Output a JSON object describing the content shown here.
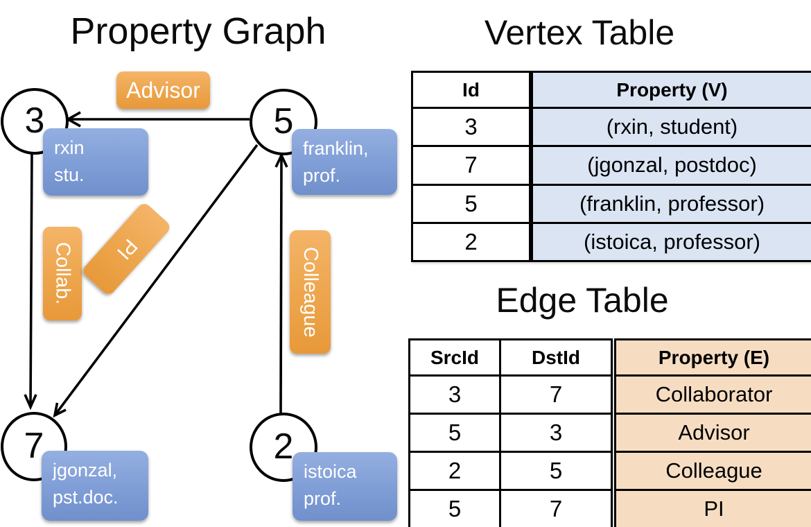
{
  "titles": {
    "graph": "Property Graph",
    "vertex_table": "Vertex Table",
    "edge_table": "Edge Table"
  },
  "graph": {
    "nodes": [
      {
        "id": "3",
        "prop": [
          "rxin",
          "stu."
        ]
      },
      {
        "id": "5",
        "prop": [
          "franklin,",
          "prof."
        ]
      },
      {
        "id": "7",
        "prop": [
          "jgonzal,",
          "pst.doc."
        ]
      },
      {
        "id": "2",
        "prop": [
          "istoica",
          "prof."
        ]
      }
    ],
    "edges": [
      {
        "label": "Advisor",
        "src": "5",
        "dst": "3"
      },
      {
        "label": "Collab.",
        "src": "3",
        "dst": "7"
      },
      {
        "label": "PI",
        "src": "5",
        "dst": "7"
      },
      {
        "label": "Colleague",
        "src": "2",
        "dst": "5"
      }
    ]
  },
  "vertex_table": {
    "columns": {
      "id": "Id",
      "property": "Property (V)"
    },
    "rows": [
      {
        "id": "3",
        "property": "(rxin, student)"
      },
      {
        "id": "7",
        "property": "(jgonzal, postdoc)"
      },
      {
        "id": "5",
        "property": "(franklin, professor)"
      },
      {
        "id": "2",
        "property": "(istoica, professor)"
      }
    ]
  },
  "edge_table": {
    "columns": {
      "src": "SrcId",
      "dst": "DstId",
      "property": "Property (E)"
    },
    "rows": [
      {
        "src": "3",
        "dst": "7",
        "property": "Collaborator"
      },
      {
        "src": "5",
        "dst": "3",
        "property": "Advisor"
      },
      {
        "src": "2",
        "dst": "5",
        "property": "Colleague"
      },
      {
        "src": "5",
        "dst": "7",
        "property": "PI"
      }
    ]
  },
  "colors": {
    "edge_label_orange_top": "#f4b468",
    "edge_label_orange_bottom": "#e8993a",
    "vertex_label_blue_top": "#94afe0",
    "vertex_label_blue_bottom": "#7090cc",
    "vertex_property_cell_bg": "#dbe4f3",
    "edge_property_cell_bg": "#f6ddc2",
    "line": "#000000"
  }
}
